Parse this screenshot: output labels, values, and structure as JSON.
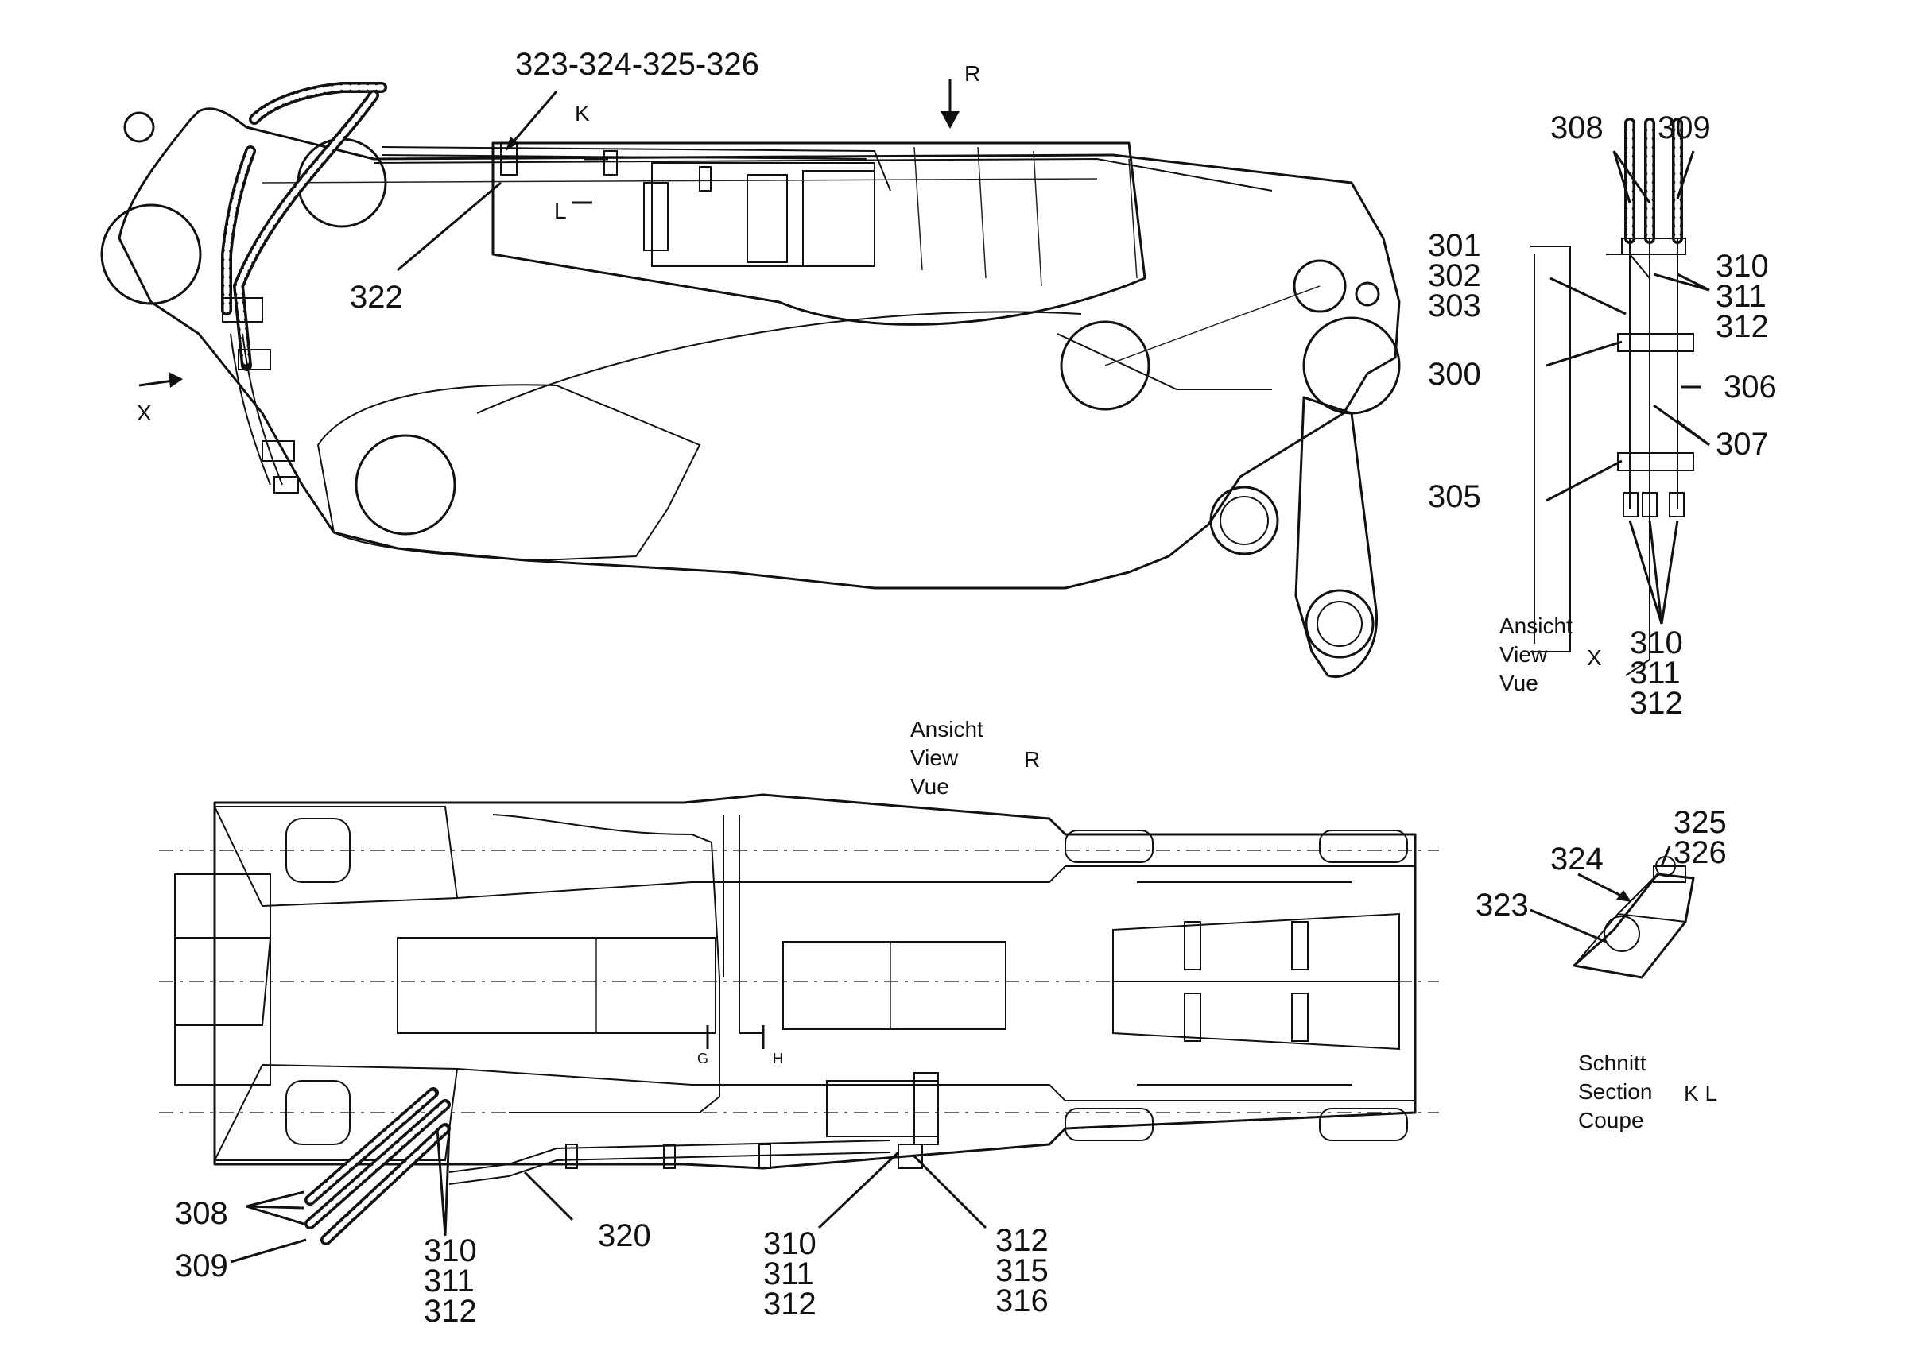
{
  "top_view": {
    "callout_323_326": "323-324-325-326",
    "callout_322": "322",
    "arrow_r": "R",
    "arrow_x": "X",
    "mark_k": "K",
    "mark_l": "L"
  },
  "view_x": {
    "label_308": "308",
    "label_309": "309",
    "label_301": "301",
    "label_302": "302",
    "label_303": "303",
    "label_300": "300",
    "label_305": "305",
    "label_310a": "310",
    "label_311a": "311",
    "label_312a": "312",
    "label_306": "306",
    "label_307": "307",
    "label_310b": "310",
    "label_311b": "311",
    "label_312b": "312",
    "caption_de": "Ansicht",
    "caption_en": "View",
    "caption_fr": "Vue",
    "caption_letter": "X"
  },
  "view_r": {
    "caption_de": "Ansicht",
    "caption_en": "View",
    "caption_fr": "Vue",
    "caption_letter": "R",
    "label_308": "308",
    "label_309": "309",
    "label_310a": "310",
    "label_311a": "311",
    "label_312a": "312",
    "label_320": "320",
    "label_310b": "310",
    "label_311b": "311",
    "label_312b": "312",
    "label_312c": "312",
    "label_315": "315",
    "label_316": "316",
    "mark_g": "G",
    "mark_h": "H"
  },
  "section_kl": {
    "label_323": "323",
    "label_324": "324",
    "label_325": "325",
    "label_326": "326",
    "caption_de": "Schnitt",
    "caption_en": "Section",
    "caption_fr": "Coupe",
    "caption_letters": "K L"
  }
}
